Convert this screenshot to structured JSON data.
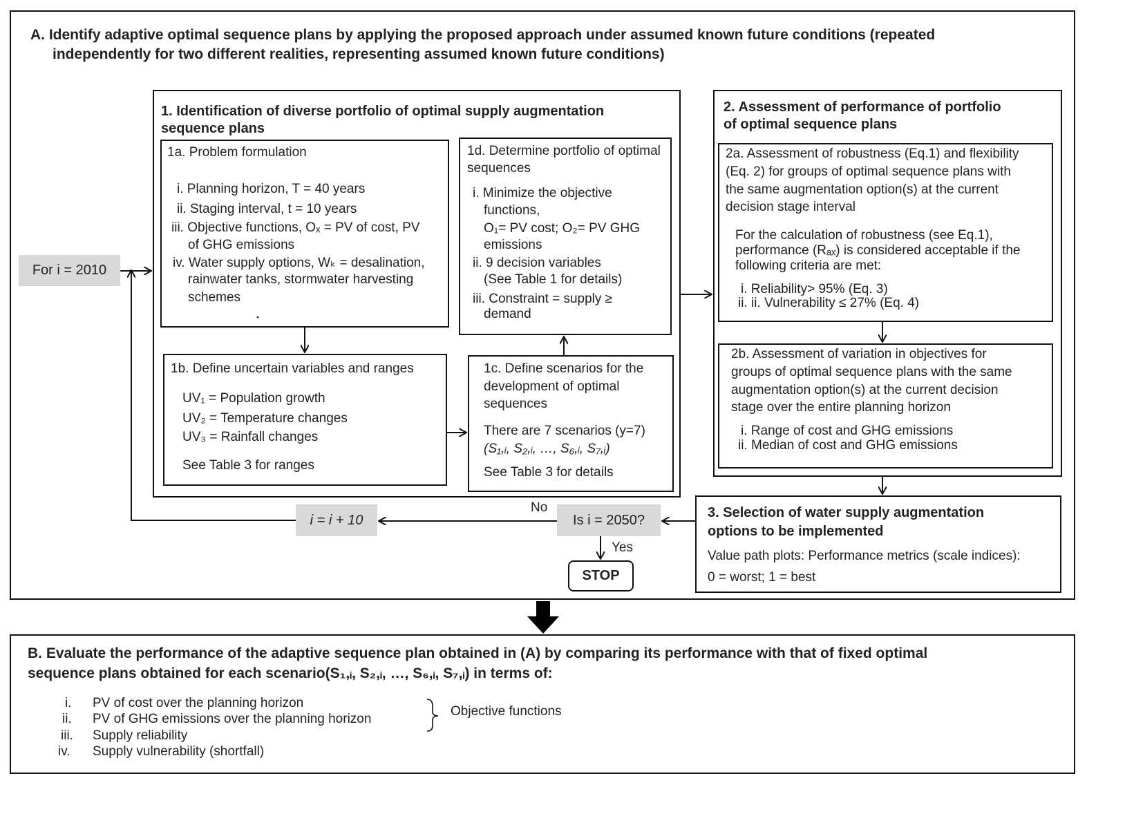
{
  "sectionA": {
    "title_line1": "A. Identify adaptive optimal sequence plans by applying the proposed approach under assumed known future conditions (repeated",
    "title_line2": "independently for two different realities, representing assumed known future conditions)"
  },
  "step1": {
    "title_line1": "1. Identification of diverse portfolio of optimal supply augmentation",
    "title_line2": "sequence plans"
  },
  "box1a": {
    "title": "1a. Problem formulation",
    "lines": [
      "i. Planning horizon, T = 40 years",
      "ii. Staging interval, t = 10 years",
      "iii. Objective functions, Oₓ = PV of cost, PV",
      "of GHG emissions",
      "iv. Water supply options, Wₖ = desalination,",
      "rainwater tanks, stormwater harvesting",
      "schemes"
    ]
  },
  "box1b": {
    "title": "1b. Define uncertain variables and ranges",
    "lines": [
      "UV₁ = Population growth",
      "UV₂ = Temperature changes",
      "UV₃ = Rainfall changes",
      "See Table 3 for ranges"
    ]
  },
  "box1c": {
    "title_line1": "1c. Define scenarios for the",
    "title_line2": "development of optimal",
    "title_line3": "sequences",
    "lines": [
      "There are 7 scenarios (y=7)",
      "(S₁,ᵢ, S₂,ᵢ, …, S₆,ᵢ, S₇,ᵢ)",
      "See Table 3 for details"
    ]
  },
  "box1d": {
    "title_line1": "1d. Determine portfolio of optimal",
    "title_line2": "sequences",
    "lines": [
      "i. Minimize the objective",
      "functions,",
      "O₁= PV cost; O₂= PV GHG",
      "emissions",
      "ii. 9 decision variables",
      "(See Table 1 for details)",
      "iii. Constraint = supply ≥",
      "demand"
    ]
  },
  "step2": {
    "title_line1": "2. Assessment of performance of portfolio",
    "title_line2": "of optimal sequence plans"
  },
  "box2a": {
    "lines": [
      "2a. Assessment of robustness (Eq.1) and flexibility",
      "(Eq. 2) for groups of optimal sequence plans with",
      "the same augmentation option(s) at the current",
      "decision stage interval",
      "For the calculation of robustness (see Eq.1),",
      "performance (Rₐₓ) is considered acceptable if the",
      "following criteria are met:",
      "i. Reliability> 95% (Eq. 3)",
      "ii. ii. Vulnerability ≤ 27% (Eq. 4)"
    ]
  },
  "box2b": {
    "lines": [
      "2b. Assessment of variation in objectives for",
      "groups of optimal sequence plans with the same",
      "augmentation option(s) at the current decision",
      "stage over the entire planning horizon",
      "i. Range of cost and GHG emissions",
      "ii. Median of cost and GHG emissions"
    ]
  },
  "step3": {
    "title_line1": "3. Selection of water supply augmentation",
    "title_line2": "options to be implemented",
    "lines": [
      "Value path plots: Performance metrics (scale indices):",
      "0 = worst; 1 = best"
    ]
  },
  "flow": {
    "start": "For i = 2010",
    "increment": "i = i + 10",
    "decision": "Is i = 2050?",
    "no_label": "No",
    "yes_label": "Yes",
    "stop": "STOP"
  },
  "sectionB": {
    "title_line1": "B. Evaluate the performance of the adaptive sequence plan obtained in (A) by comparing its performance with that of fixed optimal",
    "title_line2": "sequence plans obtained for each scenario(S₁,ᵢ, S₂,ᵢ, …, S₆,ᵢ, S₇,ᵢ) in terms of:",
    "items": [
      {
        "num": "i.",
        "text": "PV of cost over the planning horizon"
      },
      {
        "num": "ii.",
        "text": "PV of GHG emissions over the planning horizon"
      },
      {
        "num": "iii.",
        "text": "Supply reliability"
      },
      {
        "num": "iv.",
        "text": "Supply vulnerability (shortfall)"
      }
    ],
    "brace_label": "Objective functions"
  }
}
